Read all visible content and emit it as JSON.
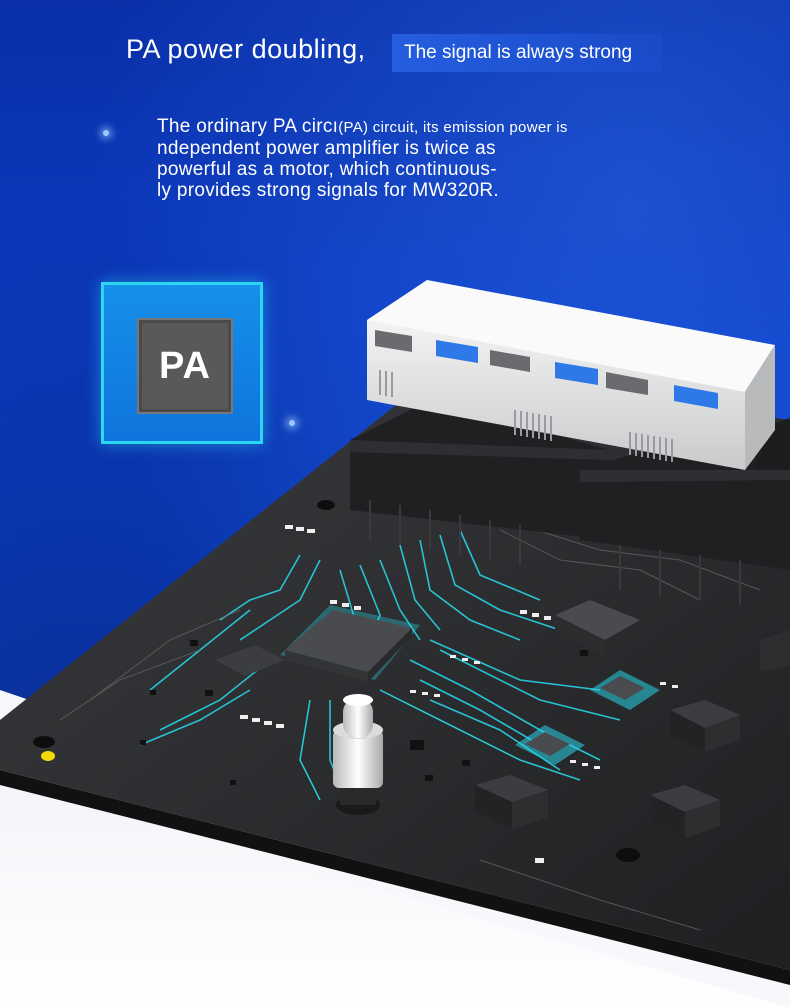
{
  "header": {
    "title": "PA power doubling,",
    "tagline": "The signal is always strong"
  },
  "description": {
    "line1_a": "The ordinary PA circı",
    "line1_b": "(PA) circuit, its emission power is",
    "line2": "ndependent power amplifier is twice as",
    "line3": "powerful as a motor, which continuous-",
    "line4": "ly provides strong signals for MW320R."
  },
  "badge": {
    "label": "PA"
  },
  "colors": {
    "background": "#0b3cc4",
    "badge_border": "#2cd5f0",
    "trace": "#27d3e6",
    "board": "#2a2a2c"
  }
}
